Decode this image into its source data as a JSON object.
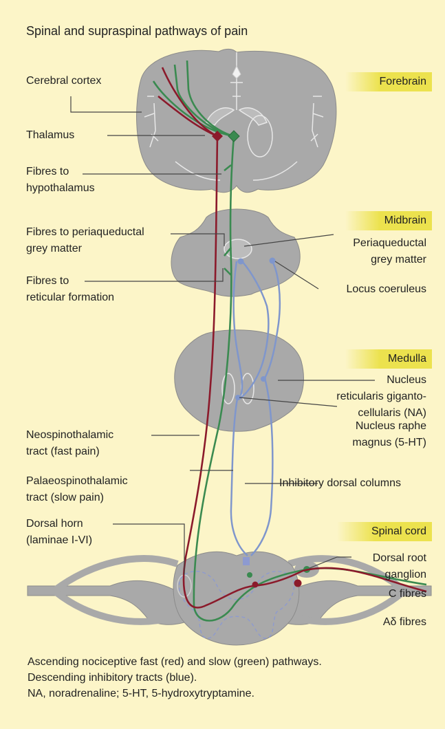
{
  "title": "Spinal and supraspinal pathways of pain",
  "regions": {
    "forebrain": "Forebrain",
    "midbrain": "Midbrain",
    "medulla": "Medulla",
    "spinal_cord": "Spinal cord"
  },
  "labels": {
    "cerebral_cortex": "Cerebral cortex",
    "thalamus": "Thalamus",
    "fibres_hypothalamus": "Fibres to\nhypothalamus",
    "fibres_pag": "Fibres to periaqueductal\ngrey matter",
    "fibres_reticular": "Fibres to\nreticular formation",
    "pag": "Periaqueductal\ngrey matter",
    "locus_coeruleus": "Locus coeruleus",
    "nrgc": "Nucleus\nreticularis giganto-\ncellularis (NA)",
    "nrm": "Nucleus raphe\nmagnus (5-HT)",
    "neospinothalamic": "Neospinothalamic\ntract (fast pain)",
    "inhibitory_dorsal": "Inhibitory dorsal columns",
    "palaeospinothalamic": "Palaeospinothalamic\ntract (slow pain)",
    "dorsal_horn": "Dorsal horn\n(laminae I-VI)",
    "dorsal_root_ganglion": "Dorsal root\nganglion",
    "c_fibres": "C fibres",
    "a_delta_fibres": "Aδ fibres"
  },
  "caption": [
    "Ascending nociceptive fast (red) and slow (green) pathways.",
    "Descending inhibitory tracts (blue).",
    "NA, noradrenaline; 5-HT, 5-hydroxytryptamine."
  ],
  "colors": {
    "background": "#fcf5c8",
    "tissue": "#a9a9a9",
    "fast_pathway": "#8b1a2b",
    "slow_pathway": "#3a8a50",
    "inhibitory": "#7f96cc",
    "region_tag": "#ece24e"
  }
}
